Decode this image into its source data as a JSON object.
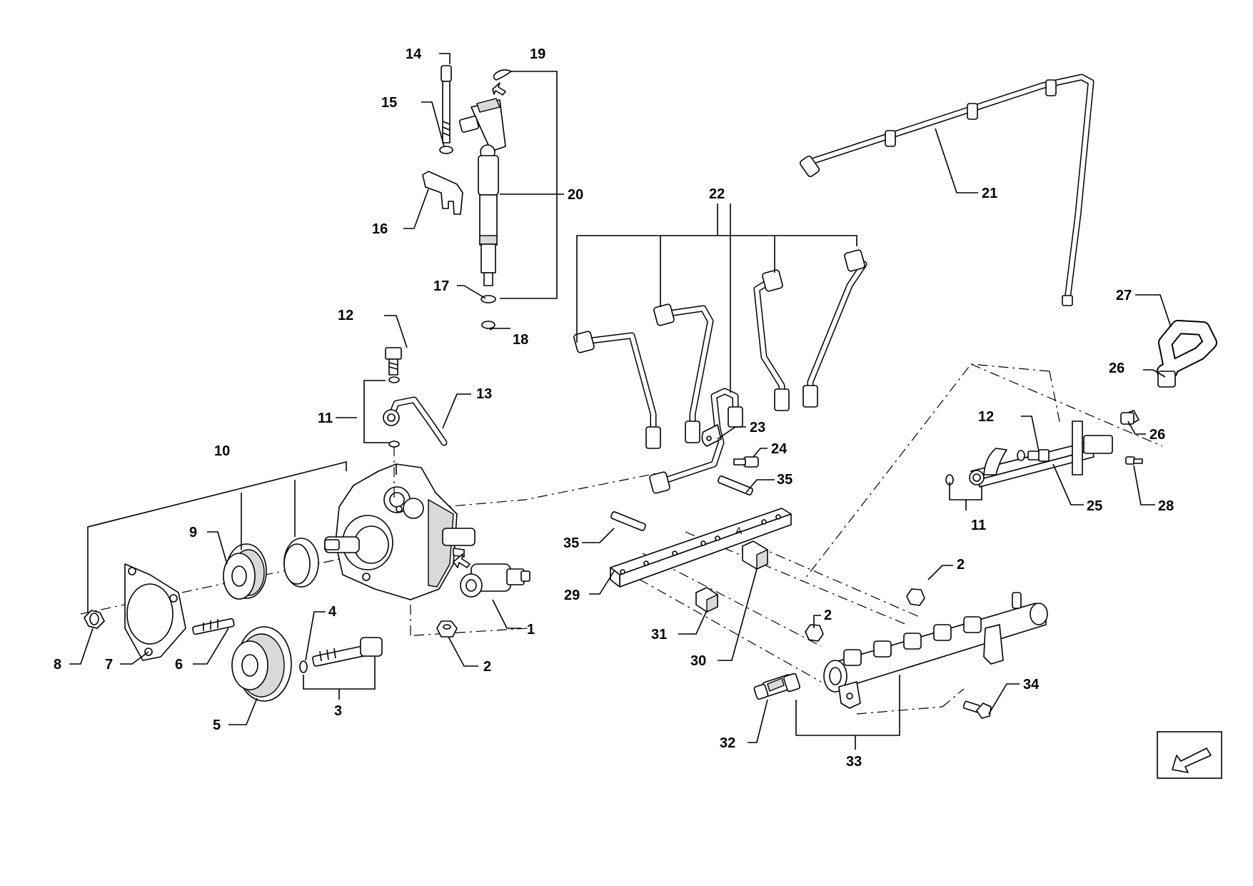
{
  "diagram": {
    "callouts": [
      {
        "id": "c1",
        "label": "1"
      },
      {
        "id": "c2a",
        "label": "2"
      },
      {
        "id": "c2b",
        "label": "2"
      },
      {
        "id": "c2c",
        "label": "2"
      },
      {
        "id": "c3",
        "label": "3"
      },
      {
        "id": "c4",
        "label": "4"
      },
      {
        "id": "c5",
        "label": "5"
      },
      {
        "id": "c6",
        "label": "6"
      },
      {
        "id": "c7",
        "label": "7"
      },
      {
        "id": "c8",
        "label": "8"
      },
      {
        "id": "c9",
        "label": "9"
      },
      {
        "id": "c10",
        "label": "10"
      },
      {
        "id": "c11a",
        "label": "11"
      },
      {
        "id": "c11b",
        "label": "11"
      },
      {
        "id": "c12a",
        "label": "12"
      },
      {
        "id": "c12b",
        "label": "12"
      },
      {
        "id": "c13",
        "label": "13"
      },
      {
        "id": "c14",
        "label": "14"
      },
      {
        "id": "c15",
        "label": "15"
      },
      {
        "id": "c16",
        "label": "16"
      },
      {
        "id": "c17",
        "label": "17"
      },
      {
        "id": "c18",
        "label": "18"
      },
      {
        "id": "c19",
        "label": "19"
      },
      {
        "id": "c20",
        "label": "20"
      },
      {
        "id": "c21",
        "label": "21"
      },
      {
        "id": "c22",
        "label": "22"
      },
      {
        "id": "c23",
        "label": "23"
      },
      {
        "id": "c24",
        "label": "24"
      },
      {
        "id": "c25",
        "label": "25"
      },
      {
        "id": "c26a",
        "label": "26"
      },
      {
        "id": "c26b",
        "label": "26"
      },
      {
        "id": "c27",
        "label": "27"
      },
      {
        "id": "c28",
        "label": "28"
      },
      {
        "id": "c29",
        "label": "29"
      },
      {
        "id": "c30",
        "label": "30"
      },
      {
        "id": "c31",
        "label": "31"
      },
      {
        "id": "c32",
        "label": "32"
      },
      {
        "id": "c33",
        "label": "33"
      },
      {
        "id": "c34",
        "label": "34"
      },
      {
        "id": "c35a",
        "label": "35"
      },
      {
        "id": "c35b",
        "label": "35"
      }
    ],
    "rail_marking": "A",
    "orientation_icon": "arrow-down-left-icon"
  }
}
